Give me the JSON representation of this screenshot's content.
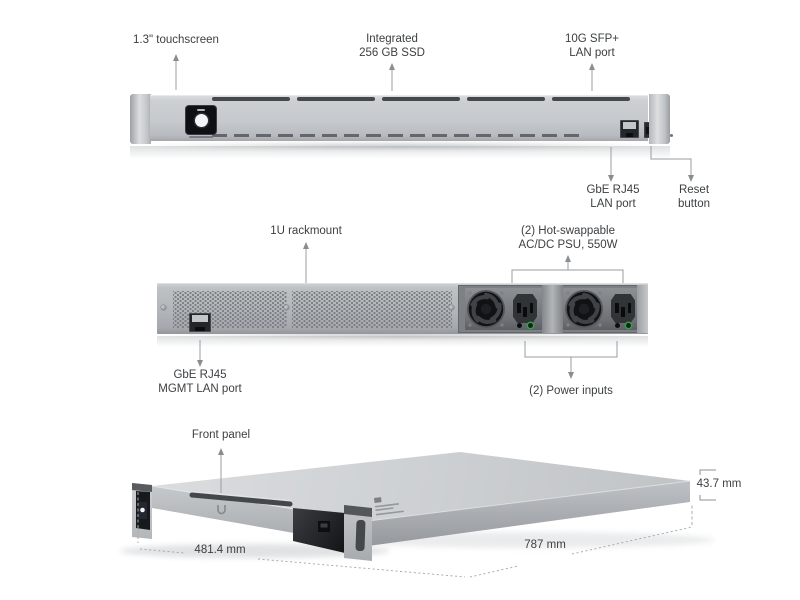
{
  "front_view": {
    "callouts": {
      "touchscreen": "1.3\" touchscreen",
      "ssd": [
        "Integrated",
        "256 GB SSD"
      ],
      "sfp": [
        "10G SFP+",
        "LAN port"
      ],
      "lan": [
        "GbE RJ45",
        "LAN port"
      ],
      "reset": [
        "Reset",
        "button"
      ]
    }
  },
  "rear_view": {
    "callouts": {
      "rackmount": "1U rackmount",
      "psu": [
        "(2) Hot-swappable",
        "AC/DC PSU, 550W"
      ],
      "mgmt": [
        "GbE RJ45",
        "MGMT LAN port"
      ],
      "power": "(2) Power inputs"
    }
  },
  "iso_view": {
    "callouts": {
      "front_panel": "Front panel"
    },
    "dimensions": {
      "height": "43.7 mm",
      "width": "481.4 mm",
      "depth": "787 mm"
    }
  },
  "colors": {
    "chassis_light": "#c6c9cd",
    "chassis_rear": "#aeb1b5",
    "label_text": "#3d4043",
    "leader_line": "#9a9da1",
    "led_green": "#35a24a",
    "screen_black": "#0f1013"
  }
}
